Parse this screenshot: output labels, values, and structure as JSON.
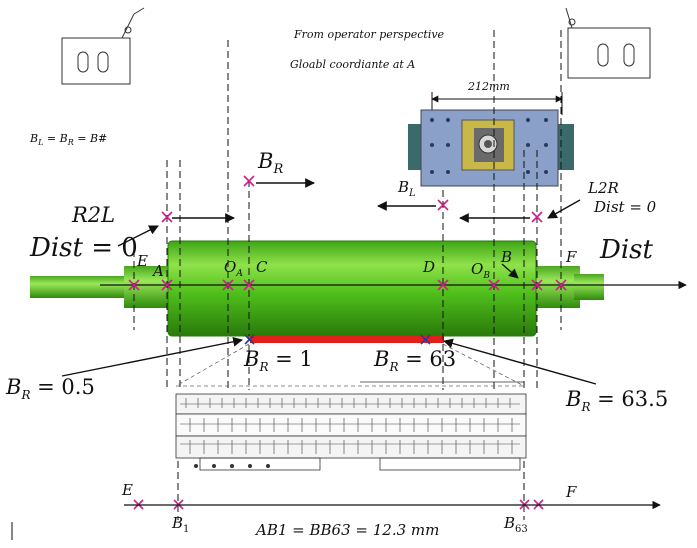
{
  "header": {
    "line1": "From operator perspective",
    "line2": "Gloabl coordiante at A"
  },
  "equation_top": "B",
  "equation_top_sub_L": "L",
  "equation_top_mid": " = B",
  "equation_top_sub_R": "R",
  "equation_top_end": " = B#",
  "dimension_label": "212mm",
  "labels": {
    "br_top": "B",
    "br_top_sub": "R",
    "bl": "B",
    "bl_sub": "L",
    "r2l": "R2L",
    "dist_eq_left": "Dist",
    "dist_eq_left_val": " = 0",
    "l2r": "L2R",
    "dist_eq_right": "Dist = 0",
    "dist_axis": "Dist",
    "E": "E",
    "A": "A",
    "OA": "O",
    "OA_sub": "A",
    "C": "C",
    "D": "D",
    "OB": "O",
    "OB_sub": "B",
    "B": "B",
    "F": "F",
    "br1": "B",
    "br1_sub": "R",
    "br1_val": " = 1",
    "br63": "B",
    "br63_sub": "R",
    "br63_val": " = 63",
    "br05": "B",
    "br05_sub": "R",
    "br05_val": " = 0.5",
    "br635": "B",
    "br635_sub": "R",
    "br635_val": " = 63.5",
    "bottom_E": "E",
    "bottom_F": "F",
    "B1": "B",
    "B1_sub": "1",
    "B63": "B",
    "B63_sub": "63",
    "ab_eq": "AB1 = BB63 = 12.3 mm"
  },
  "colors": {
    "roller": "#4fbf1c",
    "roller_dark": "#2f8a0c",
    "red_bar": "#e0201a",
    "marker": "#d0208c",
    "blue_marker": "#2a3a9a",
    "plate": "#8aa0c8"
  }
}
